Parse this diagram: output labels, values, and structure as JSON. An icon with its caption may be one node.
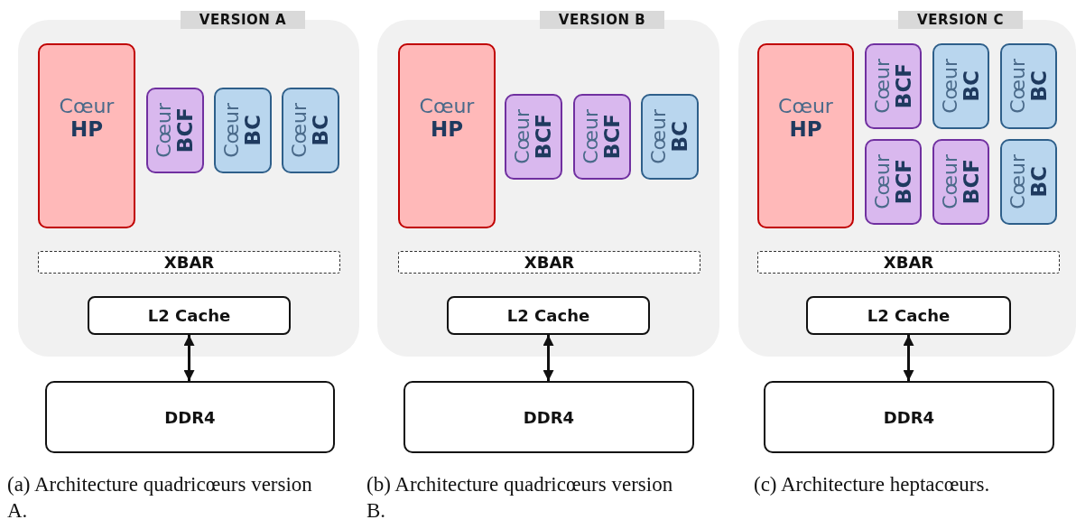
{
  "diagram": {
    "nodes": [
      {
        "text": [
          "VERSION A"
        ]
      },
      {
        "text": [
          "Cœur",
          "HP"
        ],
        "in": 0
      },
      {
        "text": [
          "Cœur",
          "BCF"
        ],
        "in": 0
      },
      {
        "text": [
          "Cœur",
          "BC"
        ],
        "in": 0
      },
      {
        "text": [
          "Cœur",
          "BC"
        ],
        "in": 0
      },
      {
        "text": [
          "XBAR"
        ],
        "in": 0
      },
      {
        "text": [
          "L2 Cache"
        ],
        "in": 0
      },
      {
        "text": [
          "DDR4"
        ]
      },
      {
        "text": [
          "VERSION B"
        ]
      },
      {
        "text": [
          "Cœur",
          "HP"
        ],
        "in": 8
      },
      {
        "text": [
          "Cœur",
          "BCF"
        ],
        "in": 8
      },
      {
        "text": [
          "Cœur",
          "BCF"
        ],
        "in": 8
      },
      {
        "text": [
          "Cœur",
          "BC"
        ],
        "in": 8
      },
      {
        "text": [
          "XBAR"
        ],
        "in": 8
      },
      {
        "text": [
          "L2 Cache"
        ],
        "in": 8
      },
      {
        "text": [
          "DDR4"
        ]
      },
      {
        "text": [
          "VERSION C"
        ]
      },
      {
        "text": [
          "Cœur",
          "HP"
        ],
        "in": 16
      },
      {
        "text": [
          "Cœur",
          "BCF"
        ],
        "in": 16
      },
      {
        "text": [
          "Cœur",
          "BC"
        ],
        "in": 16
      },
      {
        "text": [
          "Cœur",
          "BC"
        ],
        "in": 16
      },
      {
        "text": [
          "Cœur",
          "BCF"
        ],
        "in": 16
      },
      {
        "text": [
          "Cœur",
          "BCF"
        ],
        "in": 16
      },
      {
        "text": [
          "Cœur",
          "BC"
        ],
        "in": 16
      },
      {
        "text": [
          "XBAR"
        ],
        "in": 16
      },
      {
        "text": [
          "L2 Cache"
        ],
        "in": 16
      },
      {
        "text": [
          "DDR4"
        ]
      }
    ],
    "edges": [
      {
        "from": 6,
        "to": 7,
        "arrow": "both"
      },
      {
        "from": 14,
        "to": 15,
        "arrow": "both"
      },
      {
        "from": 25,
        "to": 26,
        "arrow": "both"
      }
    ],
    "labels": [
      "(a) Architecture quadricœurs version A.",
      "(b) Architecture quadricœurs version B.",
      "(c) Architecture heptacœurs."
    ]
  }
}
